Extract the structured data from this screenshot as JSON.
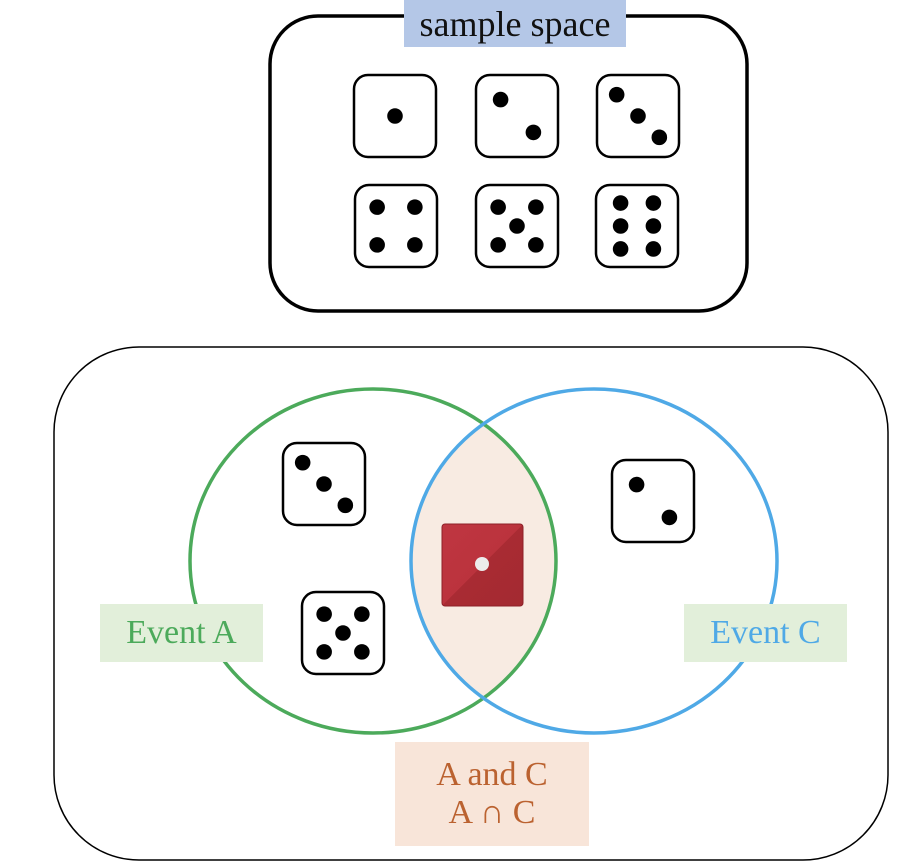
{
  "sample_space": {
    "label": "sample space",
    "dice_faces": [
      1,
      2,
      3,
      4,
      5,
      6
    ]
  },
  "venn": {
    "event_a": {
      "label": "Event A",
      "color": "#4caa5b",
      "label_bg": "#e2efda",
      "dice_faces_only_a": [
        3,
        5
      ]
    },
    "event_c": {
      "label": "Event C",
      "color": "#4fa9e6",
      "label_bg": "#e2efda",
      "dice_faces_only_c": [
        2
      ]
    },
    "intersection": {
      "label_line1": "A and C",
      "label_line2": "A ∩ C",
      "text_color": "#bb6230",
      "fill": "#f8ebe2",
      "label_bg": "#f8e5d9",
      "dice_faces": [
        1
      ],
      "die_color": "#b8323a"
    }
  },
  "colors": {
    "sample_space_label_bg": "#b4c7e7",
    "outline": "#000000"
  }
}
